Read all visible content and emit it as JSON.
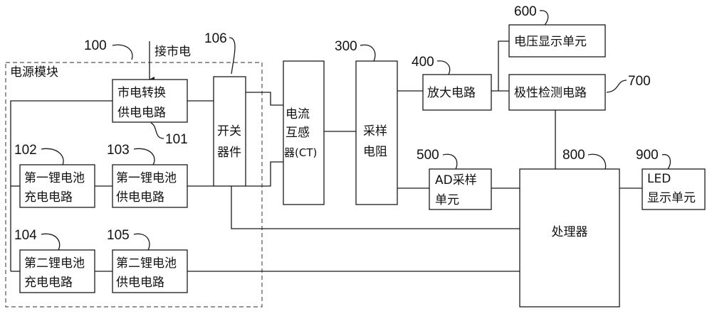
{
  "diagram": {
    "power_module_label": "电源模块",
    "mains_input_label": "接市电",
    "refs": {
      "r100": "100",
      "r101": "101",
      "r102": "102",
      "r103": "103",
      "r104": "104",
      "r105": "105",
      "r106": "106",
      "r300": "300",
      "r400": "400",
      "r500": "500",
      "r600": "600",
      "r700": "700",
      "r800": "800",
      "r900": "900"
    },
    "blocks": {
      "mains_supply": [
        "市电转换",
        "供电电路"
      ],
      "switch": [
        "开关",
        "器件"
      ],
      "li1_charge": [
        "第一锂电池",
        "充电电路"
      ],
      "li1_supply": [
        "第一锂电池",
        "供电电路"
      ],
      "li2_charge": [
        "第二锂电池",
        "充电电路"
      ],
      "li2_supply": [
        "第二锂电池",
        "供电电路"
      ],
      "ct": [
        "电流",
        "互感",
        "器(CT)"
      ],
      "sampling_resistor": [
        "采样",
        "电阻"
      ],
      "amplifier": [
        "放大电路"
      ],
      "voltage_display": [
        "电压显示单元"
      ],
      "polarity_detect": [
        "极性检测电路"
      ],
      "ad_sampling": [
        "AD采样",
        "单元"
      ],
      "processor": [
        "处理器"
      ],
      "led_display": [
        "LED",
        "显示单元"
      ]
    }
  }
}
